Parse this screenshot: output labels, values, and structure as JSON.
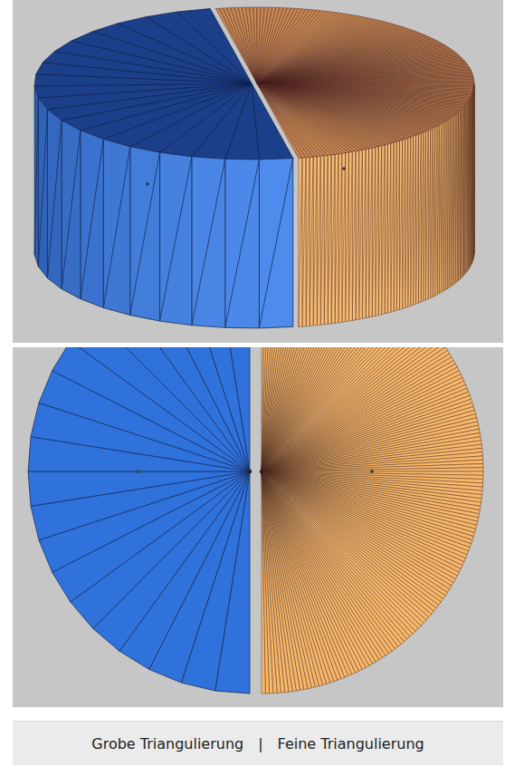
{
  "diagram": {
    "labels": [
      "Grobe Triangulierung",
      "|",
      "Feine Triangulierung"
    ]
  }
}
